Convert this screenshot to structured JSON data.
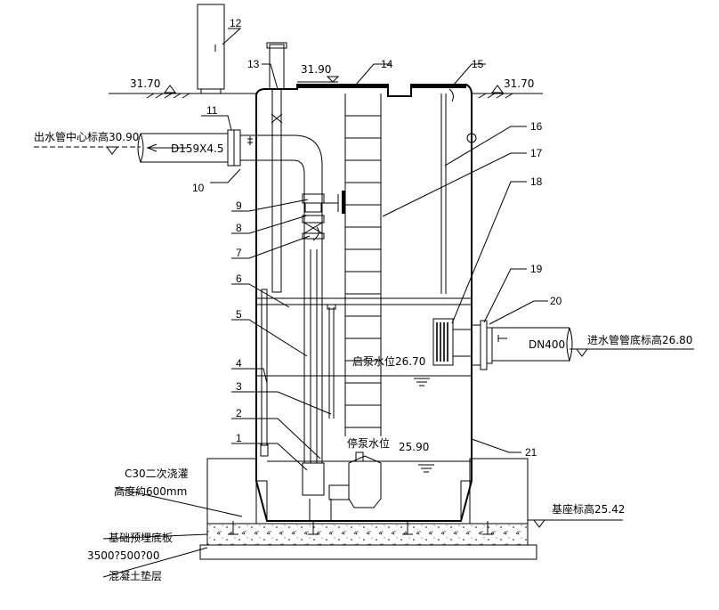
{
  "leaders": [
    {
      "id": "1"
    },
    {
      "id": "2"
    },
    {
      "id": "3"
    },
    {
      "id": "4"
    },
    {
      "id": "5"
    },
    {
      "id": "6"
    },
    {
      "id": "7"
    },
    {
      "id": "8"
    },
    {
      "id": "9"
    },
    {
      "id": "10"
    },
    {
      "id": "11"
    },
    {
      "id": "12"
    },
    {
      "id": "13"
    },
    {
      "id": "14"
    },
    {
      "id": "15"
    },
    {
      "id": "16"
    },
    {
      "id": "17"
    },
    {
      "id": "18"
    },
    {
      "id": "19"
    },
    {
      "id": "20"
    },
    {
      "id": "21"
    }
  ],
  "elevations": {
    "ground_left": "31.70",
    "ground_right": "31.70",
    "top_slab": "31.90",
    "outlet_center": "出水管中心标高30.90",
    "outlet_pipe": "D159X4.5",
    "inlet_bottom": "进水管管底标高26.80",
    "inlet_pipe": "DN400",
    "start_level": "启泵水位26.70",
    "stop_level": "停泵水位",
    "stop_level_value": "25.90",
    "base_level": "基座标高25.42"
  },
  "notes": {
    "grout_line1": "C30二次浇灌",
    "grout_line2": "高度約600mm",
    "base_plate": "基础预埋底板",
    "base_dims": "3500?500?00",
    "concrete": "混凝土垫层"
  }
}
